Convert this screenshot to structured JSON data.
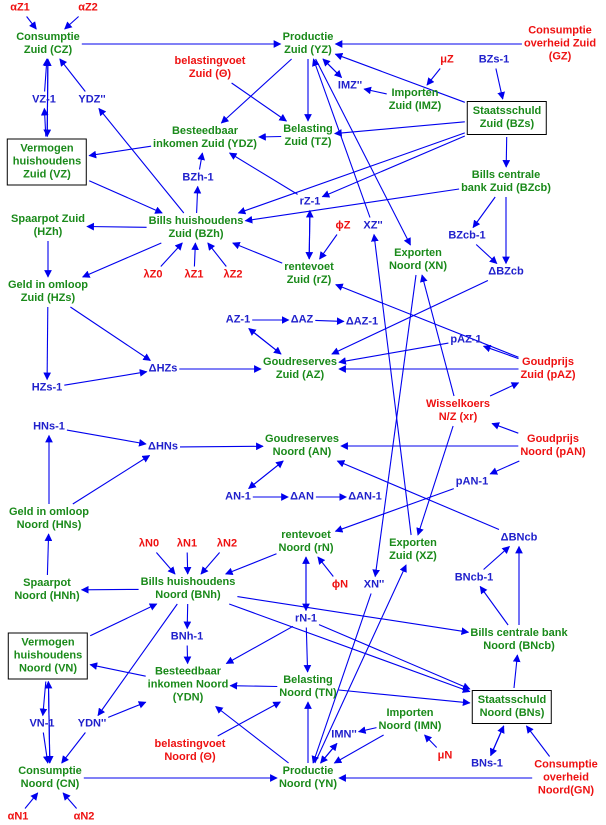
{
  "colors": {
    "endogenous": "#1a8a1a",
    "lagged_or_derived": "#2020cc",
    "exogenous": "#ee1111",
    "arrow": "#0000ee"
  },
  "nodes": {
    "aZ1": {
      "lines": [
        "αZ1"
      ],
      "cls": "red"
    },
    "aZ2": {
      "lines": [
        "αZ2"
      ],
      "cls": "red"
    },
    "CZ": {
      "lines": [
        "Consumptie",
        "Zuid (CZ)"
      ],
      "cls": "green"
    },
    "YZ": {
      "lines": [
        "Productie",
        "Zuid (YZ)"
      ],
      "cls": "green"
    },
    "GZ": {
      "lines": [
        "Consumptie",
        "overheid Zuid",
        "(GZ)"
      ],
      "cls": "red"
    },
    "theta_Z": {
      "lines": [
        "belastingvoet",
        "Zuid (Θ)"
      ],
      "cls": "red"
    },
    "muZ": {
      "lines": [
        "μZ"
      ],
      "cls": "red"
    },
    "BZs1": {
      "lines": [
        "BZs-1"
      ],
      "cls": "blue"
    },
    "VZ1": {
      "lines": [
        "VZ-1"
      ],
      "cls": "blue"
    },
    "YDZpp": {
      "lines": [
        "YDZ''"
      ],
      "cls": "blue"
    },
    "IMZpp": {
      "lines": [
        "IMZ''"
      ],
      "cls": "blue"
    },
    "IMZ": {
      "lines": [
        "Importen",
        "Zuid (IMZ)"
      ],
      "cls": "green"
    },
    "BZs": {
      "lines": [
        "Staatsschuld",
        "Zuid (BZs)"
      ],
      "cls": "green",
      "boxed": true
    },
    "VZ": {
      "lines": [
        "Vermogen",
        "huishoudens",
        "Zuid (VZ)"
      ],
      "cls": "green",
      "boxed": true
    },
    "YDZ": {
      "lines": [
        "Besteedbaar",
        "inkomen Zuid (YDZ)"
      ],
      "cls": "green"
    },
    "TZ": {
      "lines": [
        "Belasting",
        "Zuid (TZ)"
      ],
      "cls": "green"
    },
    "BZh1": {
      "lines": [
        "BZh-1"
      ],
      "cls": "blue"
    },
    "BZcb": {
      "lines": [
        "Bills centrale",
        "bank Zuid (BZcb)"
      ],
      "cls": "green"
    },
    "rZ1": {
      "lines": [
        "rZ-1"
      ],
      "cls": "blue"
    },
    "HZh": {
      "lines": [
        "Spaarpot Zuid",
        "(HZh)"
      ],
      "cls": "green"
    },
    "BZh": {
      "lines": [
        "Bills huishoudens",
        "Zuid (BZh)"
      ],
      "cls": "green"
    },
    "phiZ": {
      "lines": [
        "ϕZ"
      ],
      "cls": "red"
    },
    "XZpp": {
      "lines": [
        "XZ''"
      ],
      "cls": "blue"
    },
    "XN": {
      "lines": [
        "Exporten",
        "Noord (XN)"
      ],
      "cls": "green"
    },
    "BZcb1": {
      "lines": [
        "BZcb-1"
      ],
      "cls": "blue"
    },
    "lZ0": {
      "lines": [
        "λZ0"
      ],
      "cls": "red"
    },
    "lZ1": {
      "lines": [
        "λZ1"
      ],
      "cls": "red"
    },
    "lZ2": {
      "lines": [
        "λZ2"
      ],
      "cls": "red"
    },
    "rZ": {
      "lines": [
        "rentevoet",
        "Zuid (rZ)"
      ],
      "cls": "green"
    },
    "dBZcb": {
      "lines": [
        "ΔBZcb"
      ],
      "cls": "blue"
    },
    "HZs": {
      "lines": [
        "Geld in omloop",
        "Zuid (HZs)"
      ],
      "cls": "green"
    },
    "AZ1": {
      "lines": [
        "AZ-1"
      ],
      "cls": "blue"
    },
    "dAZ": {
      "lines": [
        "ΔAZ"
      ],
      "cls": "blue"
    },
    "dAZ1": {
      "lines": [
        "ΔAZ-1"
      ],
      "cls": "blue"
    },
    "pAZ1": {
      "lines": [
        "pAZ-1"
      ],
      "cls": "blue"
    },
    "AZ": {
      "lines": [
        "Goudreserves",
        "Zuid (AZ)"
      ],
      "cls": "green"
    },
    "pAZ": {
      "lines": [
        "Goudprijs",
        "Zuid (pAZ)"
      ],
      "cls": "red"
    },
    "HZs1": {
      "lines": [
        "HZs-1"
      ],
      "cls": "blue"
    },
    "dHZs": {
      "lines": [
        "ΔHZs"
      ],
      "cls": "blue"
    },
    "xr": {
      "lines": [
        "Wisselkoers",
        "N/Z (xr)"
      ],
      "cls": "red"
    },
    "HNs1": {
      "lines": [
        "HNs-1"
      ],
      "cls": "blue"
    },
    "dHNs": {
      "lines": [
        "ΔHNs"
      ],
      "cls": "blue"
    },
    "AN": {
      "lines": [
        "Goudreserves",
        "Noord (AN)"
      ],
      "cls": "green"
    },
    "pAN": {
      "lines": [
        "Goudprijs",
        "Noord (pAN)"
      ],
      "cls": "red"
    },
    "pAN1": {
      "lines": [
        "pAN-1"
      ],
      "cls": "blue"
    },
    "AN1": {
      "lines": [
        "AN-1"
      ],
      "cls": "blue"
    },
    "dAN": {
      "lines": [
        "ΔAN"
      ],
      "cls": "blue"
    },
    "dAN1": {
      "lines": [
        "ΔAN-1"
      ],
      "cls": "blue"
    },
    "HNs": {
      "lines": [
        "Geld in omloop",
        "Noord (HNs)"
      ],
      "cls": "green"
    },
    "rN": {
      "lines": [
        "rentevoet",
        "Noord (rN)"
      ],
      "cls": "green"
    },
    "XZ": {
      "lines": [
        "Exporten",
        "Zuid (XZ)"
      ],
      "cls": "green"
    },
    "dBNcb": {
      "lines": [
        "ΔBNcb"
      ],
      "cls": "blue"
    },
    "lN0": {
      "lines": [
        "λN0"
      ],
      "cls": "red"
    },
    "lN1": {
      "lines": [
        "λN1"
      ],
      "cls": "red"
    },
    "lN2": {
      "lines": [
        "λN2"
      ],
      "cls": "red"
    },
    "HNh": {
      "lines": [
        "Spaarpot",
        "Noord (HNh)"
      ],
      "cls": "green"
    },
    "BNh": {
      "lines": [
        "Bills huishoudens",
        "Noord (BNh)"
      ],
      "cls": "green"
    },
    "phiN": {
      "lines": [
        "ϕN"
      ],
      "cls": "red"
    },
    "XNpp": {
      "lines": [
        "XN''"
      ],
      "cls": "blue"
    },
    "BNcb1": {
      "lines": [
        "BNcb-1"
      ],
      "cls": "blue"
    },
    "VN": {
      "lines": [
        "Vermogen",
        "huishoudens",
        "Noord (VN)"
      ],
      "cls": "green",
      "boxed": true
    },
    "rN1": {
      "lines": [
        "rN-1"
      ],
      "cls": "blue"
    },
    "BNcb": {
      "lines": [
        "Bills centrale bank",
        "Noord (BNcb)"
      ],
      "cls": "green"
    },
    "BNh1": {
      "lines": [
        "BNh-1"
      ],
      "cls": "blue"
    },
    "YDN": {
      "lines": [
        "Besteedbaar",
        "inkomen Noord",
        "(YDN)"
      ],
      "cls": "green"
    },
    "TN": {
      "lines": [
        "Belasting",
        "Noord (TN)"
      ],
      "cls": "green"
    },
    "BNs": {
      "lines": [
        "Staatsschuld",
        "Noord (BNs)"
      ],
      "cls": "green",
      "boxed": true
    },
    "VN1": {
      "lines": [
        "VN-1"
      ],
      "cls": "blue"
    },
    "YDNpp": {
      "lines": [
        "YDN''"
      ],
      "cls": "blue"
    },
    "IMN": {
      "lines": [
        "Importen",
        "Noord (IMN)"
      ],
      "cls": "green"
    },
    "IMNpp": {
      "lines": [
        "IMN''"
      ],
      "cls": "blue"
    },
    "theta_N": {
      "lines": [
        "belastingvoet",
        "Noord (Θ)"
      ],
      "cls": "red"
    },
    "muN": {
      "lines": [
        "μN"
      ],
      "cls": "red"
    },
    "CN": {
      "lines": [
        "Consumptie",
        "Noord (CN)"
      ],
      "cls": "green"
    },
    "YN": {
      "lines": [
        "Productie",
        "Noord (YN)"
      ],
      "cls": "green"
    },
    "BNs1": {
      "lines": [
        "BNs-1"
      ],
      "cls": "blue"
    },
    "GN": {
      "lines": [
        "Consumptie",
        "overheid",
        "Noord(GN)"
      ],
      "cls": "red"
    },
    "aN1": {
      "lines": [
        "αN1"
      ],
      "cls": "red"
    },
    "aN2": {
      "lines": [
        "αN2"
      ],
      "cls": "red"
    }
  },
  "edges": [
    [
      "aZ1",
      "CZ"
    ],
    [
      "aZ2",
      "CZ"
    ],
    [
      "CZ",
      "YZ"
    ],
    [
      "GZ",
      "YZ"
    ],
    [
      "BZs1",
      "BZs"
    ],
    [
      "CZ",
      "VZ"
    ],
    [
      "VZ",
      "CZ"
    ],
    [
      "VZ1",
      "CZ"
    ],
    [
      "VZ",
      "VZ1"
    ],
    [
      "YDZpp",
      "CZ"
    ],
    [
      "YDZ",
      "VZ"
    ],
    [
      "BZh",
      "YDZpp"
    ],
    [
      "YZ",
      "YDZ"
    ],
    [
      "YZ",
      "TZ"
    ],
    [
      "theta_Z",
      "TZ"
    ],
    [
      "TZ",
      "YDZ"
    ],
    [
      "YZ",
      "IMZpp"
    ],
    [
      "IMZ",
      "IMZpp"
    ],
    [
      "IMZpp",
      "YZ"
    ],
    [
      "muZ",
      "IMZ"
    ],
    [
      "BZs",
      "YZ"
    ],
    [
      "BZs",
      "TZ"
    ],
    [
      "BZs",
      "BZcb"
    ],
    [
      "BZs",
      "BZh"
    ],
    [
      "BZs",
      "rZ1"
    ],
    [
      "BZh1",
      "YDZ"
    ],
    [
      "BZh",
      "BZh1"
    ],
    [
      "VZ",
      "BZh"
    ],
    [
      "BZh",
      "HZh"
    ],
    [
      "rZ1",
      "YDZ"
    ],
    [
      "rZ",
      "rZ1"
    ],
    [
      "rZ1",
      "rZ"
    ],
    [
      "phiZ",
      "rZ"
    ],
    [
      "rZ",
      "BZh"
    ],
    [
      "lZ0",
      "BZh"
    ],
    [
      "lZ1",
      "BZh"
    ],
    [
      "lZ2",
      "BZh"
    ],
    [
      "BZcb",
      "BZh"
    ],
    [
      "BZcb",
      "BZcb1"
    ],
    [
      "BZcb1",
      "dBZcb"
    ],
    [
      "BZcb",
      "dBZcb"
    ],
    [
      "BZh",
      "HZs"
    ],
    [
      "HZh",
      "HZs"
    ],
    [
      "HZs",
      "HZs1"
    ],
    [
      "HZs",
      "dHZs"
    ],
    [
      "HZs1",
      "dHZs"
    ],
    [
      "dHZs",
      "AZ"
    ],
    [
      "dBZcb",
      "AZ"
    ],
    [
      "AZ1",
      "AZ"
    ],
    [
      "AZ",
      "AZ1"
    ],
    [
      "AZ1",
      "dAZ"
    ],
    [
      "dAZ",
      "dAZ1"
    ],
    [
      "pAZ1",
      "AZ"
    ],
    [
      "pAZ",
      "pAZ1"
    ],
    [
      "pAZ",
      "AZ"
    ],
    [
      "pAZ",
      "rZ"
    ],
    [
      "xr",
      "pAZ"
    ],
    [
      "pAN",
      "xr"
    ],
    [
      "xr",
      "XN"
    ],
    [
      "xr",
      "XZ"
    ],
    [
      "XN",
      "XNpp"
    ],
    [
      "XZ",
      "XZpp"
    ],
    [
      "XZpp",
      "YZ"
    ],
    [
      "XNpp",
      "YN"
    ],
    [
      "YZ",
      "XN"
    ],
    [
      "YN",
      "XZ"
    ],
    [
      "HNs1",
      "dHNs"
    ],
    [
      "HNs",
      "dHNs"
    ],
    [
      "dHNs",
      "AN"
    ],
    [
      "pAN",
      "AN"
    ],
    [
      "pAN",
      "pAN1"
    ],
    [
      "pAN1",
      "rN"
    ],
    [
      "AN1",
      "dAN"
    ],
    [
      "dAN",
      "dAN1"
    ],
    [
      "AN1",
      "AN"
    ],
    [
      "AN",
      "AN1"
    ],
    [
      "dBNcb",
      "AN"
    ],
    [
      "BNcb",
      "dBNcb"
    ],
    [
      "BNcb",
      "BNcb1"
    ],
    [
      "BNcb1",
      "dBNcb"
    ],
    [
      "HNs",
      "HNs1"
    ],
    [
      "HNh",
      "HNs"
    ],
    [
      "BNh",
      "HNh"
    ],
    [
      "rN",
      "rN1"
    ],
    [
      "rN1",
      "rN"
    ],
    [
      "phiN",
      "rN"
    ],
    [
      "rN",
      "BNh"
    ],
    [
      "lN0",
      "BNh"
    ],
    [
      "lN1",
      "BNh"
    ],
    [
      "lN2",
      "BNh"
    ],
    [
      "BNh",
      "BNh1"
    ],
    [
      "BNh1",
      "YDN"
    ],
    [
      "BNh",
      "BNcb"
    ],
    [
      "BNh",
      "BNs"
    ],
    [
      "rN1",
      "YDN"
    ],
    [
      "rN1",
      "BNs"
    ],
    [
      "rN1",
      "TN"
    ],
    [
      "VN",
      "BNh"
    ],
    [
      "YDN",
      "VN"
    ],
    [
      "VN",
      "VN1"
    ],
    [
      "VN1",
      "CN"
    ],
    [
      "VN",
      "CN"
    ],
    [
      "CN",
      "VN"
    ],
    [
      "YDNpp",
      "CN"
    ],
    [
      "BNh",
      "YDNpp"
    ],
    [
      "YDNpp",
      "YDN"
    ],
    [
      "YN",
      "YDN"
    ],
    [
      "YN",
      "TN"
    ],
    [
      "TN",
      "YDN"
    ],
    [
      "theta_N",
      "TN"
    ],
    [
      "CN",
      "YN"
    ],
    [
      "aN1",
      "CN"
    ],
    [
      "aN2",
      "CN"
    ],
    [
      "GN",
      "YN"
    ],
    [
      "BNs1",
      "BNs"
    ],
    [
      "BNs",
      "BNs1"
    ],
    [
      "BNs",
      "BNcb"
    ],
    [
      "GN",
      "BNs"
    ],
    [
      "TN",
      "BNs"
    ],
    [
      "YN",
      "IMNpp"
    ],
    [
      "IMN",
      "IMNpp"
    ],
    [
      "IMNpp",
      "YN"
    ],
    [
      "muN",
      "IMN"
    ],
    [
      "IMN",
      "YN"
    ]
  ]
}
